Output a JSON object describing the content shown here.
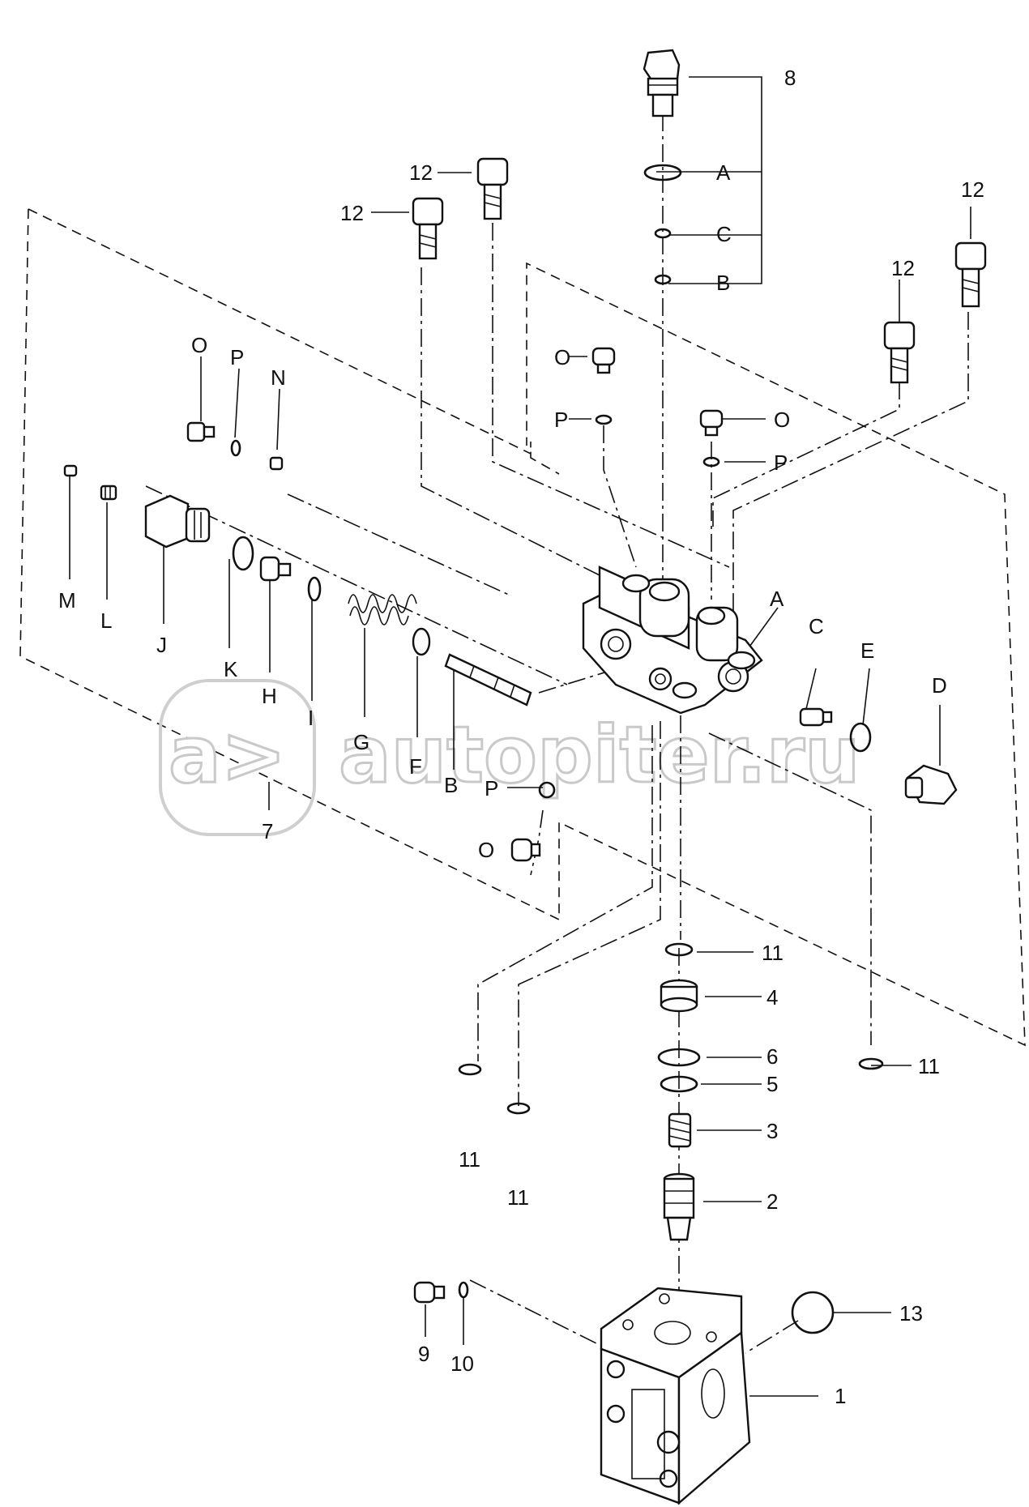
{
  "watermark": {
    "text": "autopiter.ru",
    "logo_glyph": "a>"
  },
  "labels": {
    "p8": "8",
    "pA_top": "A",
    "pC_top": "C",
    "pB_top": "B",
    "p12_a": "12",
    "p12_b": "12",
    "p12_c": "12",
    "p12_d": "12",
    "pO_left": "O",
    "pP_left": "P",
    "pN": "N",
    "pO_mid": "O",
    "pP_mid": "P",
    "pO_right": "O",
    "pP_right": "P",
    "pM": "M",
    "pL": "L",
    "pJ": "J",
    "pK": "K",
    "pH": "H",
    "pI": "I",
    "pG": "G",
    "pF": "F",
    "pB_low": "B",
    "pP_low": "P",
    "pO_low": "O",
    "p7": "7",
    "pA_right": "A",
    "pC_right": "C",
    "pE": "E",
    "pD": "D",
    "p11_a": "11",
    "p11_b": "11",
    "p11_c": "11",
    "p11_d": "11",
    "p4": "4",
    "p6": "6",
    "p5": "5",
    "p3": "3",
    "p2": "2",
    "p9": "9",
    "p10": "10",
    "p13": "13",
    "p1": "1"
  }
}
